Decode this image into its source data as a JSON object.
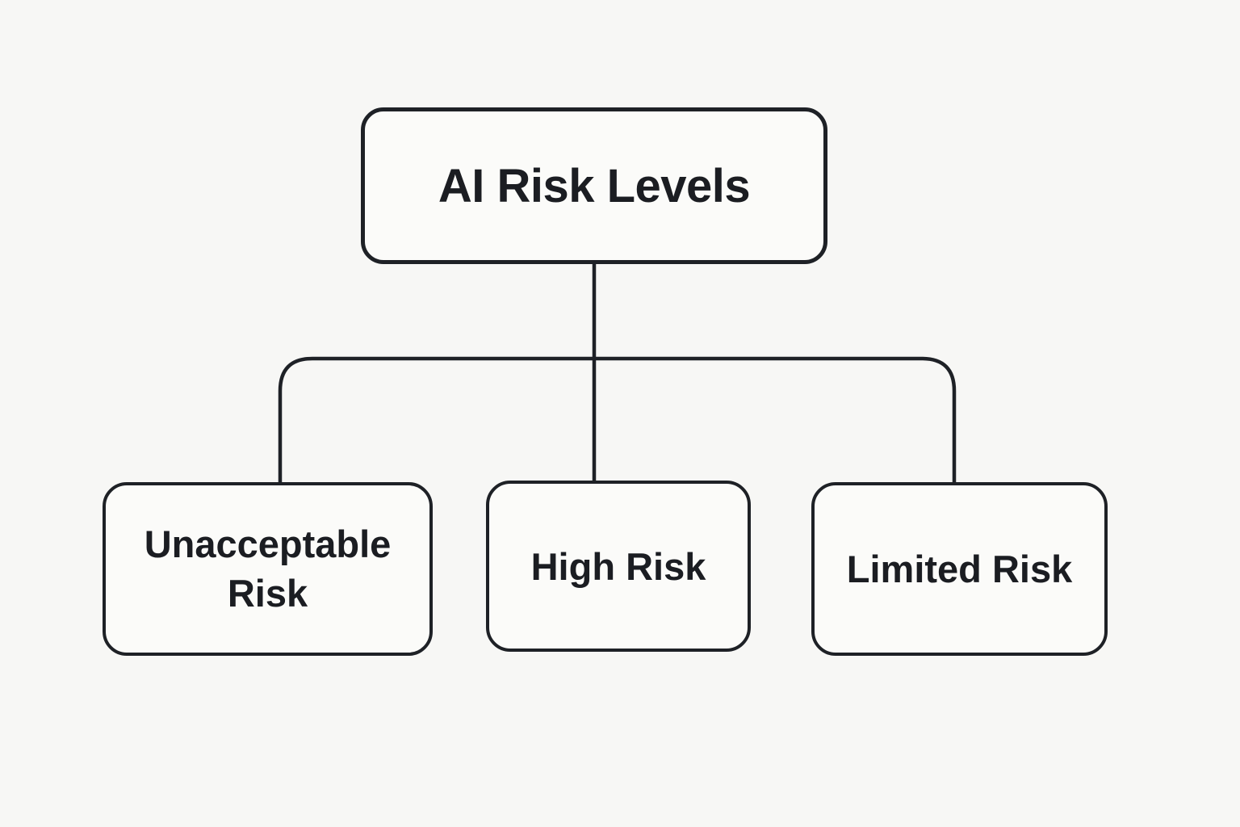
{
  "diagram": {
    "type": "flowchart-tree",
    "root": {
      "id": "ai-risk-levels",
      "label": "AI Risk Levels"
    },
    "children": [
      {
        "id": "unacceptable-risk",
        "label": "Unacceptable Risk"
      },
      {
        "id": "high-risk",
        "label": "High Risk"
      },
      {
        "id": "limited-risk",
        "label": "Limited Risk"
      }
    ],
    "colors": {
      "background": "#f7f7f5",
      "node_fill": "#fbfbf9",
      "stroke": "#1e2126",
      "text": "#1b1d22"
    }
  }
}
